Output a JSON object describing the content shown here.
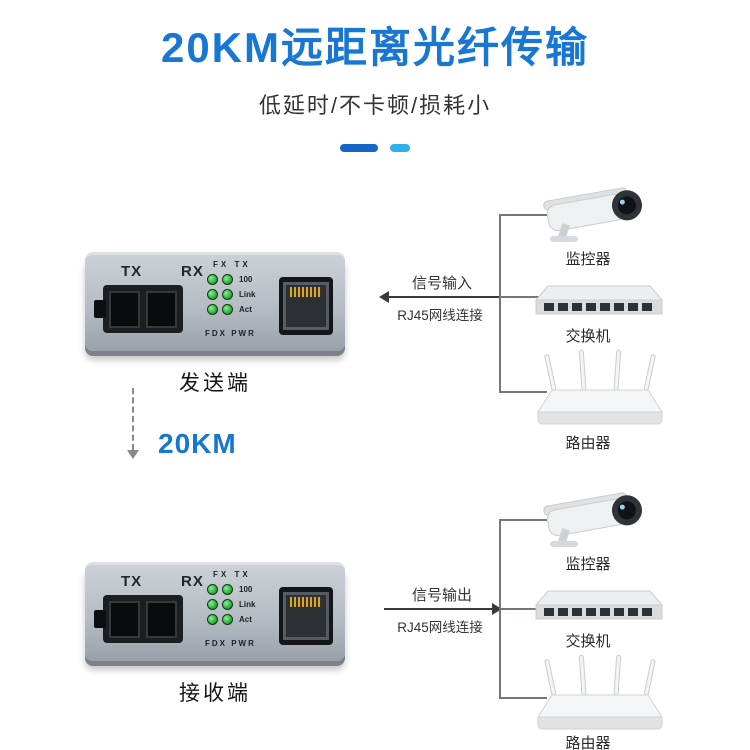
{
  "header": {
    "title": "20KM远距离光纤传输",
    "subtitle": "低延时/不卡顿/损耗小"
  },
  "distance": {
    "label": "20KM"
  },
  "converters": {
    "top": {
      "caption": "发送端",
      "tx_label": "TX",
      "rx_label": "RX",
      "led_header": "FX TX",
      "led_rows": [
        "100",
        "Link",
        "Act"
      ],
      "led_footer": "FDX PWR"
    },
    "bottom": {
      "caption": "接收端",
      "tx_label": "TX",
      "rx_label": "RX",
      "led_header": "FX TX",
      "led_rows": [
        "100",
        "Link",
        "Act"
      ],
      "led_footer": "FDX PWR"
    }
  },
  "links": {
    "top": {
      "signal": "信号输入",
      "cable": "RJ45网线连接"
    },
    "bottom": {
      "signal": "信号输出",
      "cable": "RJ45网线连接"
    }
  },
  "devices": {
    "top": [
      {
        "type": "camera",
        "label": "监控器"
      },
      {
        "type": "switch",
        "label": "交换机"
      },
      {
        "type": "router",
        "label": "路由器"
      }
    ],
    "bottom": [
      {
        "type": "camera",
        "label": "监控器"
      },
      {
        "type": "switch",
        "label": "交换机"
      },
      {
        "type": "router",
        "label": "路由器"
      }
    ]
  },
  "colors": {
    "accent": "#1777d3",
    "accent_light": "#2eb0ea",
    "text": "#333333"
  }
}
